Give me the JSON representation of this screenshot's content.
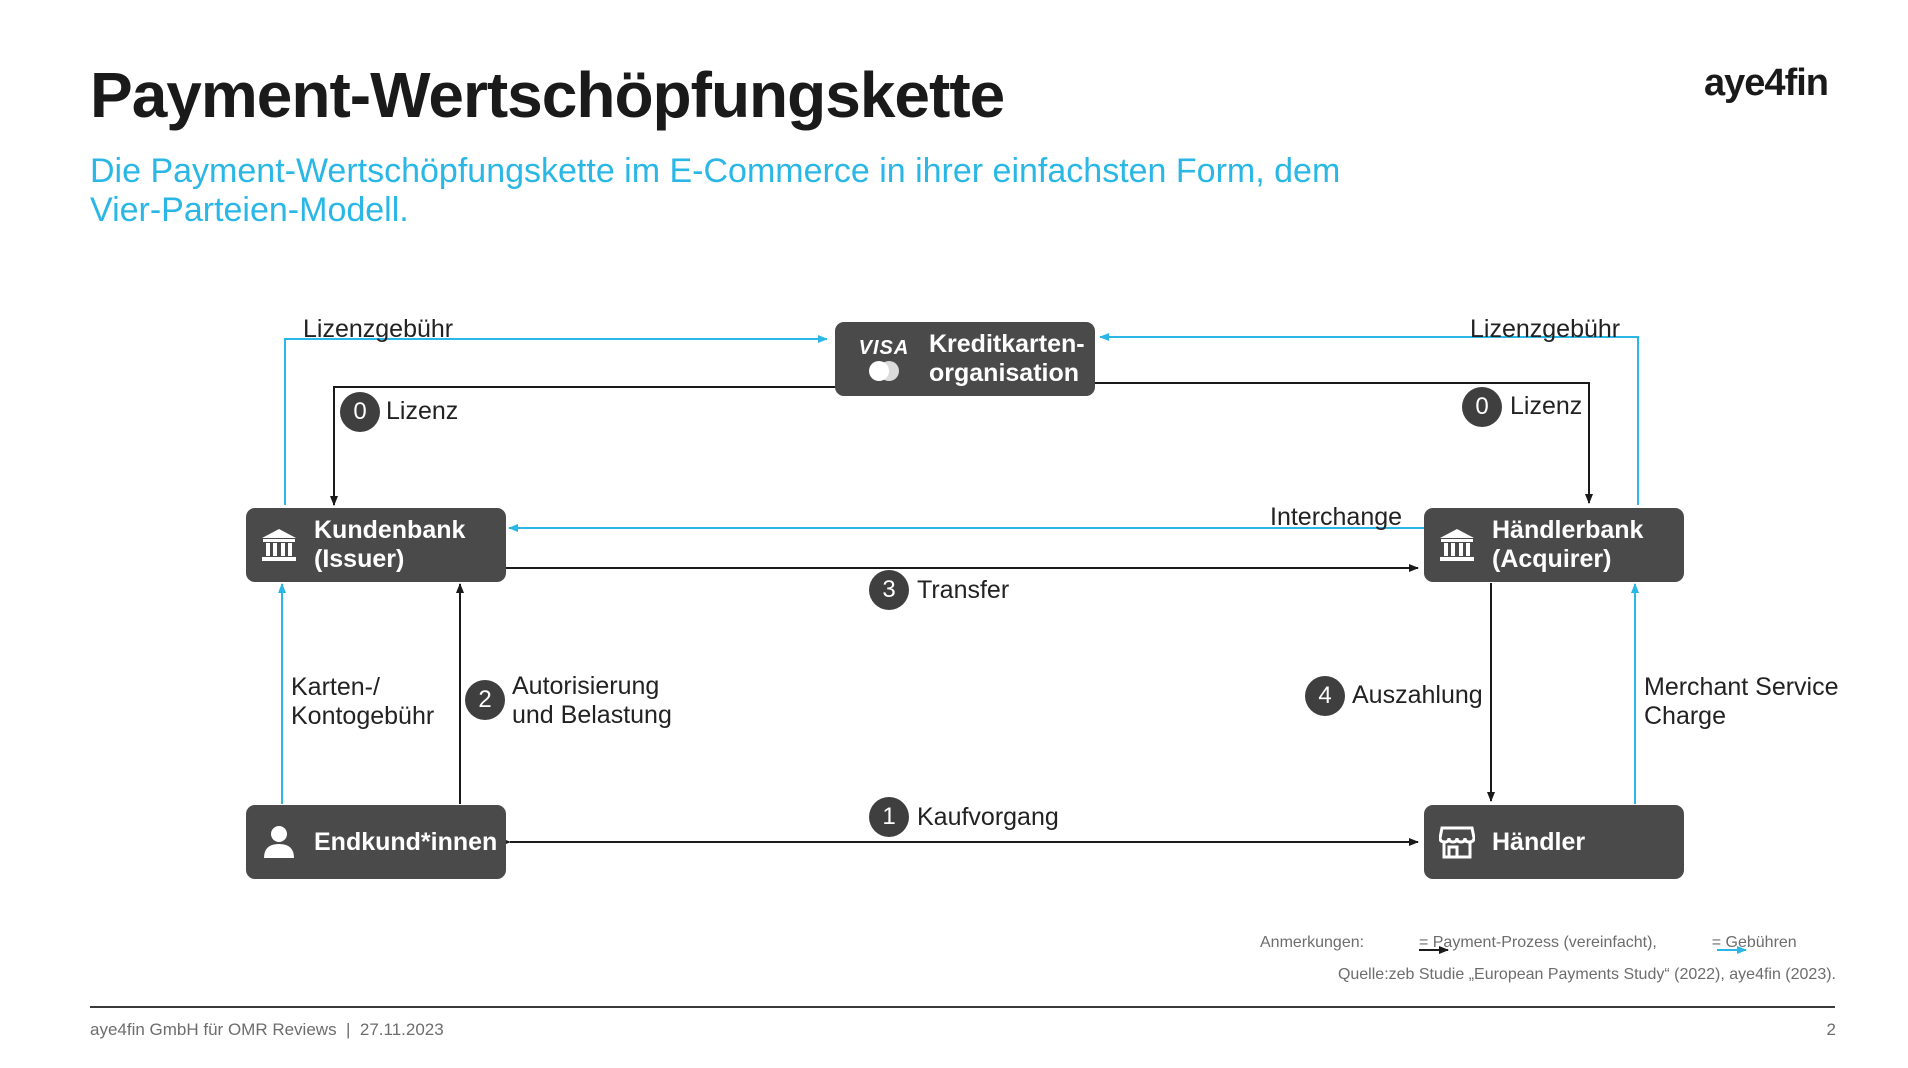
{
  "header": {
    "title": "Payment-Wertschöpfungskette",
    "subtitle": "Die Payment-Wertschöpfungskette im E-Commerce in ihrer einfachsten Form, dem Vier-Parteien-Modell.",
    "logo": "aye4fin"
  },
  "nodes": {
    "card_org": "Kreditkarten-\norganisation",
    "card_org_visa": "VISA",
    "issuer": "Kundenbank\n(Issuer)",
    "acquirer": "Händlerbank\n(Acquirer)",
    "customer": "Endkund*innen",
    "merchant": "Händler"
  },
  "edges": {
    "lic_fee_left": "Lizenzgebühr",
    "lic_fee_right": "Lizenzgebühr",
    "license_left": "Lizenz",
    "license_right": "Lizenz",
    "interchange": "Interchange",
    "transfer": "Transfer",
    "card_fee": "Karten-/\nKontogebühr",
    "authorization": "Autorisierung\nund Belastung",
    "payout": "Auszahlung",
    "msc": "Merchant Service\nCharge",
    "purchase": "Kaufvorgang"
  },
  "steps": {
    "s0a": "0",
    "s0b": "0",
    "s1": "1",
    "s2": "2",
    "s3": "3",
    "s4": "4"
  },
  "icons": {
    "bank": "bank-icon",
    "person": "person-icon",
    "store": "store-icon",
    "visa": "visa-logo",
    "mastercard": "mastercard-logo"
  },
  "colors": {
    "node_bg": "#4a4a4a",
    "process_arrow": "#1a1a1a",
    "fee_arrow": "#2ab7e6",
    "subtitle": "#2ab7e6"
  },
  "footer": {
    "notes_prefix": "Anmerkungen:",
    "notes_process": "= Payment-Prozess (vereinfacht),",
    "notes_fees": "= Gebühren",
    "source": "Quelle:zeb Studie „European Payments Study“ (2022), aye4fin (2023).",
    "company": "aye4fin GmbH für OMR Reviews  |  27.11.2023",
    "page": "2"
  }
}
